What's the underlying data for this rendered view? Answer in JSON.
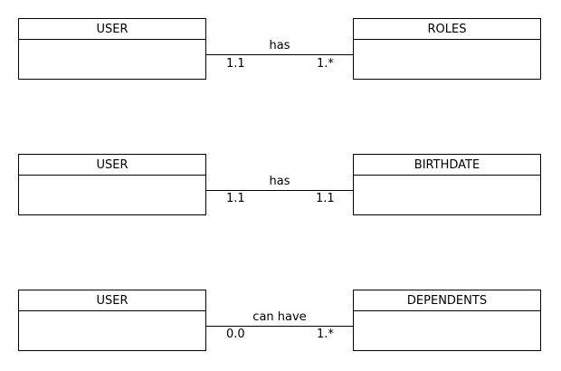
{
  "relationships": [
    {
      "left_entity": "USER",
      "right_entity": "ROLES",
      "label": "has",
      "left_multiplicity": "1.1",
      "right_multiplicity": "1.*"
    },
    {
      "left_entity": "USER",
      "right_entity": "BIRTHDATE",
      "label": "has",
      "left_multiplicity": "1.1",
      "right_multiplicity": "1.1"
    },
    {
      "left_entity": "USER",
      "right_entity": "DEPENDENTS",
      "label": "can have",
      "left_multiplicity": "0.0",
      "right_multiplicity": "1.*"
    }
  ]
}
